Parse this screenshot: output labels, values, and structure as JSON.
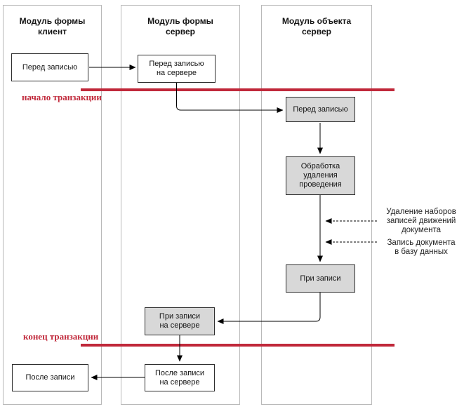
{
  "diagram": {
    "lanes": [
      {
        "id": "form-module-client",
        "title": "Модуль формы\nклиент"
      },
      {
        "id": "form-module-server",
        "title": "Модуль формы\nсервер"
      },
      {
        "id": "object-module-server",
        "title": "Модуль объекта\nсервер"
      }
    ],
    "boxes": {
      "before_write_client": "Перед записью",
      "before_write_server": "Перед записью\nна сервере",
      "before_write_object": "Перед записью",
      "posting_deletion_processing": "Обработка\nудаления\nпроведения",
      "on_write_object": "При записи",
      "on_write_server": "При записи\nна сервере",
      "after_write_server": "После записи\nна сервере",
      "after_write_client": "После записи"
    },
    "transaction": {
      "start_label": "начало транзакции",
      "end_label": "конец транзакции"
    },
    "annotations": {
      "delete_record_sets": "Удаление наборов\nзаписей движений\nдокумента",
      "write_document_db": "Запись документа\nв базу данных"
    },
    "colors": {
      "transaction_red": "#c0283a",
      "box_gray_fill": "#d8d8d8",
      "box_border": "#2e2e2e",
      "lane_border": "#b9b9b9",
      "text": "#141414"
    }
  }
}
